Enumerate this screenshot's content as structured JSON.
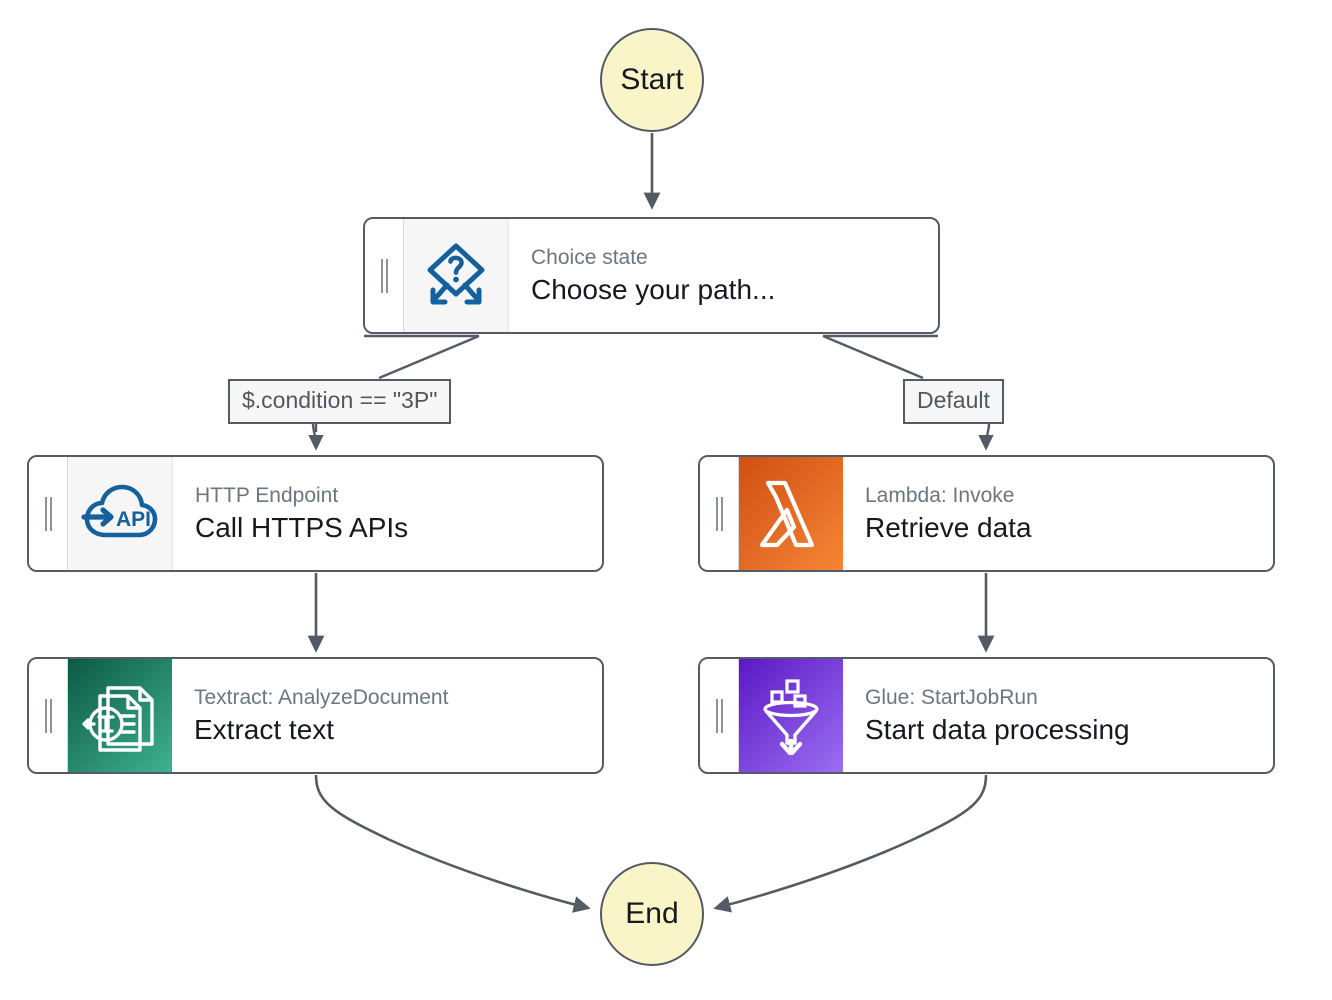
{
  "diagram": {
    "type": "workflow-graph",
    "title": "AWS Step Functions state machine workflow",
    "background": "#ffffff",
    "terminals": {
      "start": {
        "label": "Start",
        "fill": "#faf5c8",
        "stroke": "#545b64"
      },
      "end": {
        "label": "End",
        "fill": "#faf5c8",
        "stroke": "#545b64"
      }
    },
    "nodes": [
      {
        "id": "choice",
        "subtitle": "Choice state",
        "title": "Choose your path...",
        "icon": "choice-diamond-question-icon",
        "icon_style": "plain",
        "accent": "#15619d"
      },
      {
        "id": "http",
        "subtitle": "HTTP Endpoint",
        "title": "Call HTTPS APIs",
        "icon": "cloud-api-icon",
        "icon_style": "plain",
        "accent": "#15619d"
      },
      {
        "id": "lambda",
        "subtitle": "Lambda: Invoke",
        "title": "Retrieve data",
        "icon": "lambda-icon",
        "icon_style": "lambda",
        "accent": "#ed7100"
      },
      {
        "id": "textract",
        "subtitle": "Textract: AnalyzeDocument",
        "title": "Extract text",
        "icon": "textract-document-icon",
        "icon_style": "textract",
        "accent": "#2a9d77"
      },
      {
        "id": "glue",
        "subtitle": "Glue: StartJobRun",
        "title": "Start data processing",
        "icon": "glue-funnel-icon",
        "icon_style": "glue",
        "accent": "#7d28e0"
      }
    ],
    "edge_labels": {
      "condition": "$.condition == \"3P\"",
      "default": "Default"
    },
    "edges": [
      {
        "from": "start",
        "to": "choice",
        "label": ""
      },
      {
        "from": "choice",
        "to": "http",
        "label": "$.condition == \"3P\""
      },
      {
        "from": "choice",
        "to": "lambda",
        "label": "Default"
      },
      {
        "from": "http",
        "to": "textract",
        "label": ""
      },
      {
        "from": "lambda",
        "to": "glue",
        "label": ""
      },
      {
        "from": "textract",
        "to": "end",
        "label": ""
      },
      {
        "from": "glue",
        "to": "end",
        "label": ""
      }
    ],
    "edge_color": "#545b64"
  }
}
